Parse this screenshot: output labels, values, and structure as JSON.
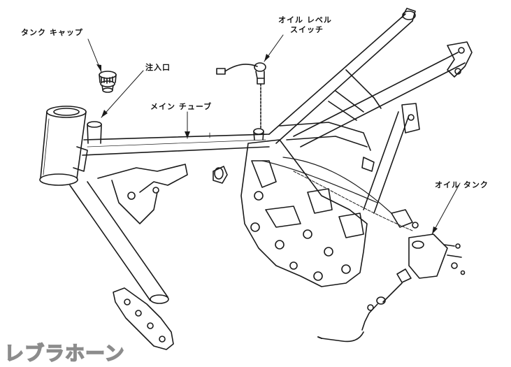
{
  "labels": {
    "tank_cap": "タンク キャップ",
    "filler_port": "注入口",
    "main_tube": "メイン チューブ",
    "oil_level_switch_line1": "オイル レベル",
    "oil_level_switch_line2": "スイッチ",
    "oil_tank": "オイル タンク"
  },
  "watermark": "レブラホーン",
  "colors": {
    "ink": "#1a1a1a",
    "paper": "#ffffff"
  }
}
